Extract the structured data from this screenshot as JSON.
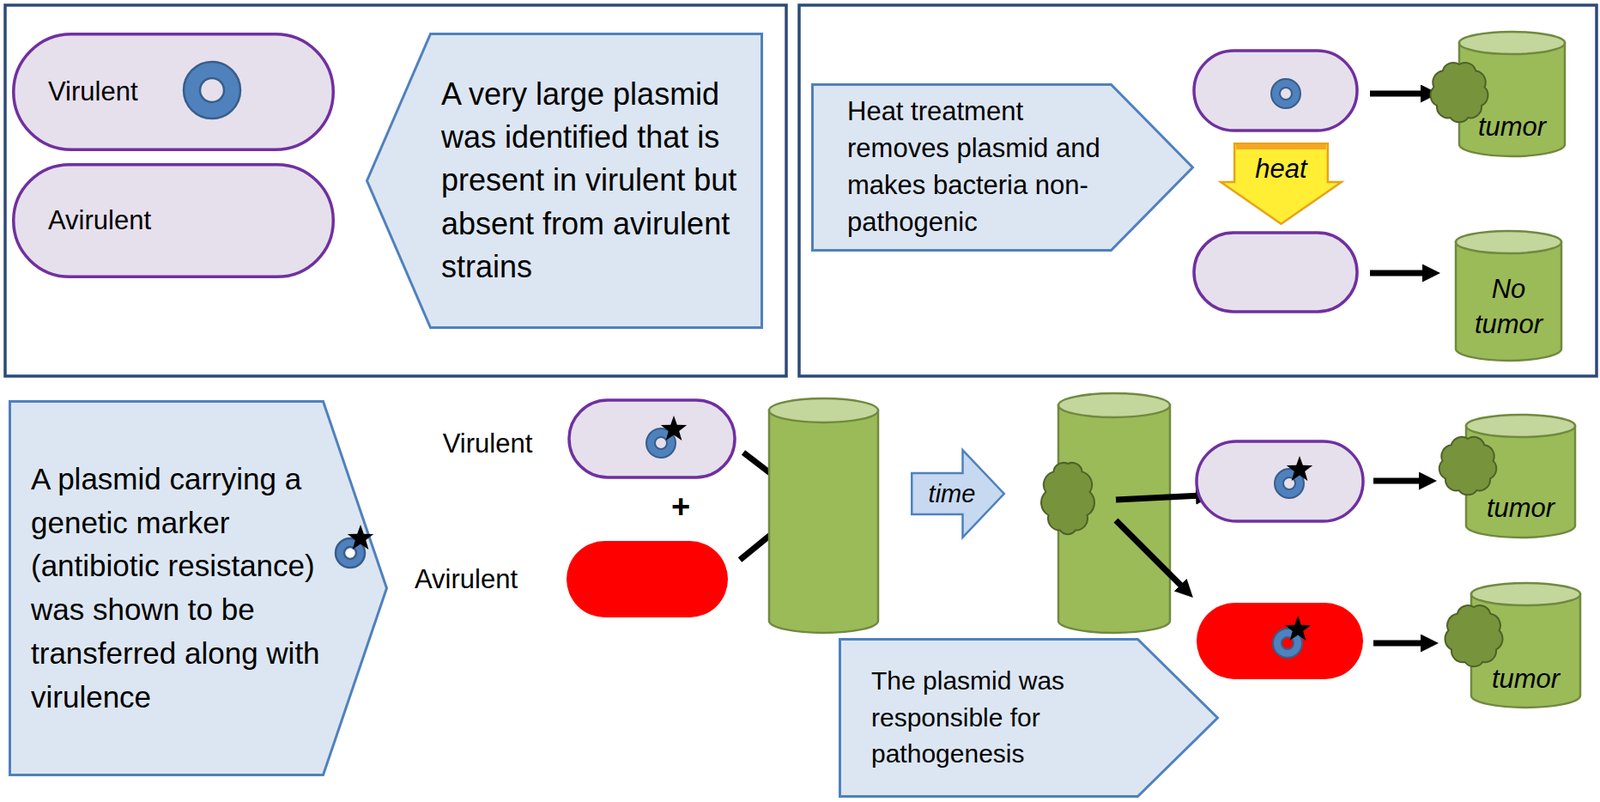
{
  "diagram": {
    "nodes": [
      {
        "text": [
          "Virulent"
        ]
      },
      {
        "text": [
          "Avirulent"
        ]
      },
      {
        "text": [
          "A very large plasmid was identified that is present in virulent but absent from avirulent strains"
        ]
      },
      {
        "text": [
          "Heat treatment removes plasmid and makes bacteria non-pathogenic"
        ]
      },
      {
        "text": [
          "heat"
        ]
      },
      {
        "text": [
          "tumor"
        ]
      },
      {
        "text": [
          "No tumor"
        ]
      },
      {
        "text": [
          "A plasmid carrying a genetic marker (antibiotic resistance) was shown to be transferred along with virulence"
        ]
      },
      {
        "text": [
          "time"
        ]
      },
      {
        "text": [
          "The plasmid was responsible for pathogenesis"
        ]
      },
      {
        "text": [
          "tumor"
        ]
      },
      {
        "text": [
          "tumor"
        ]
      }
    ],
    "labels": [
      "Virulent",
      "+",
      "Avirulent"
    ]
  }
}
